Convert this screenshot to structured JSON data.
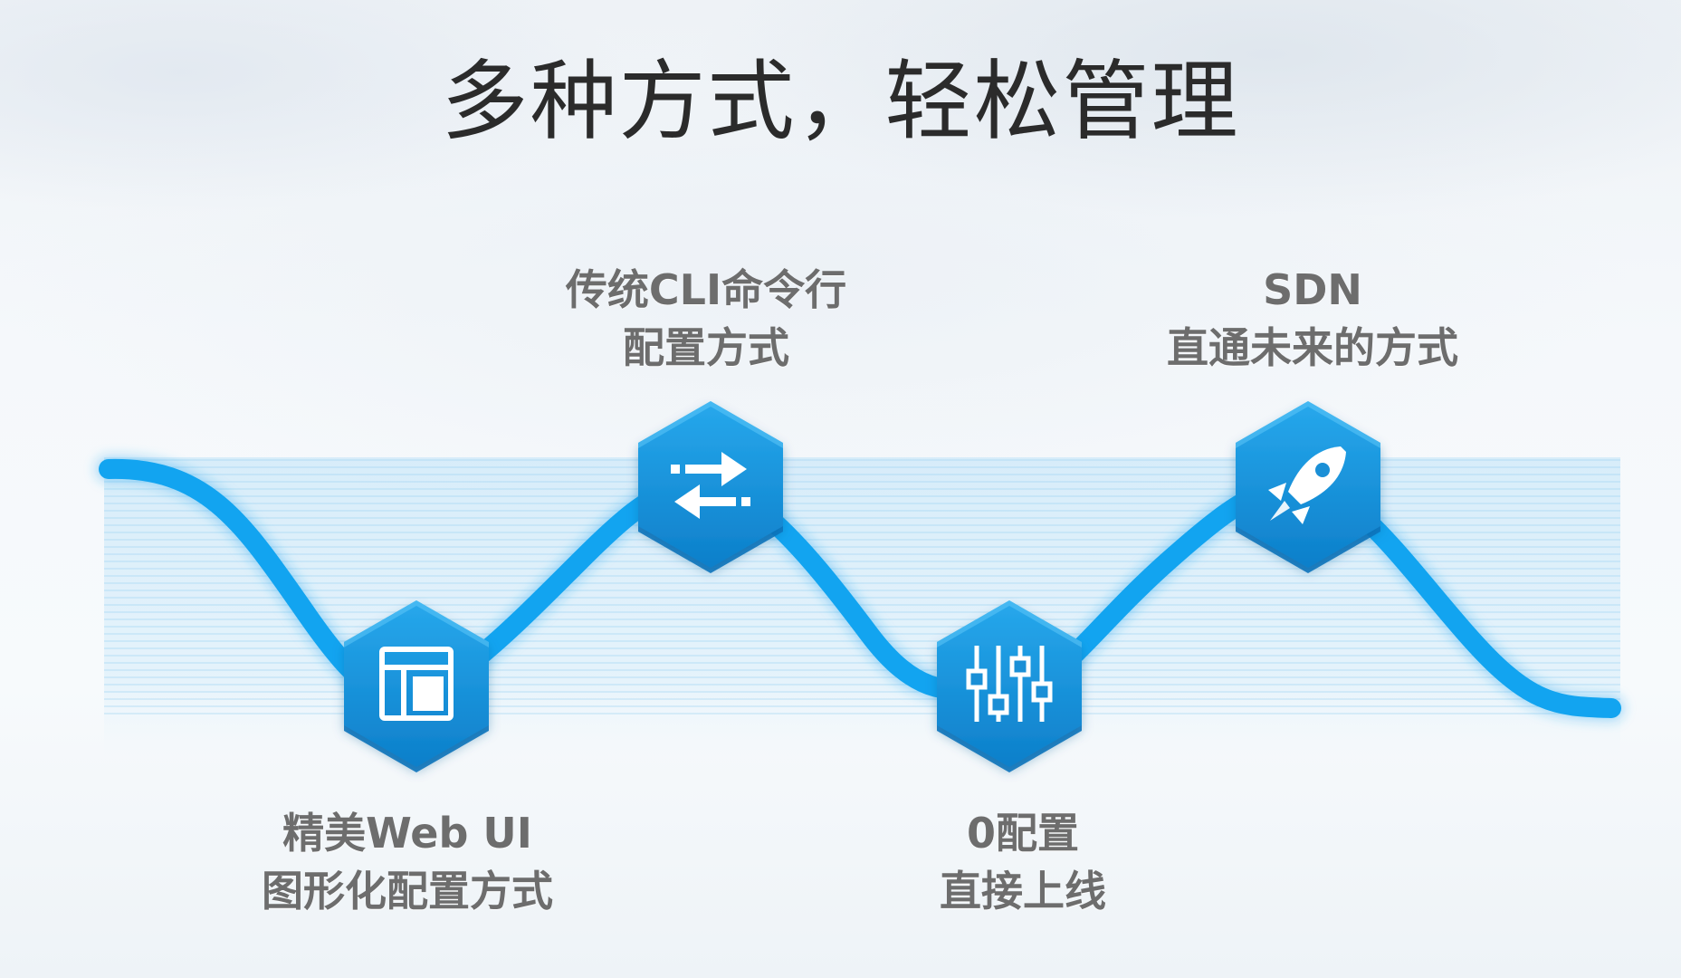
{
  "title": "多种方式，轻松管理",
  "steps": [
    {
      "line1": "精美Web UI",
      "line2": "图形化配置方式",
      "icon": "web-ui-layout-icon"
    },
    {
      "line1": "传统CLI命令行",
      "line2": "配置方式",
      "icon": "swap-arrows-icon"
    },
    {
      "line1": "0配置",
      "line2": "直接上线",
      "icon": "sliders-equalizer-icon"
    },
    {
      "line1": "SDN",
      "line2": "直通未来的方式",
      "icon": "rocket-icon"
    }
  ],
  "colors": {
    "accent": "#0ea5ee",
    "hexagon": "#1a8fd6",
    "hexagon_light": "#2fb0f0",
    "label": "#6d6d6d",
    "title": "#2b2b2b"
  }
}
